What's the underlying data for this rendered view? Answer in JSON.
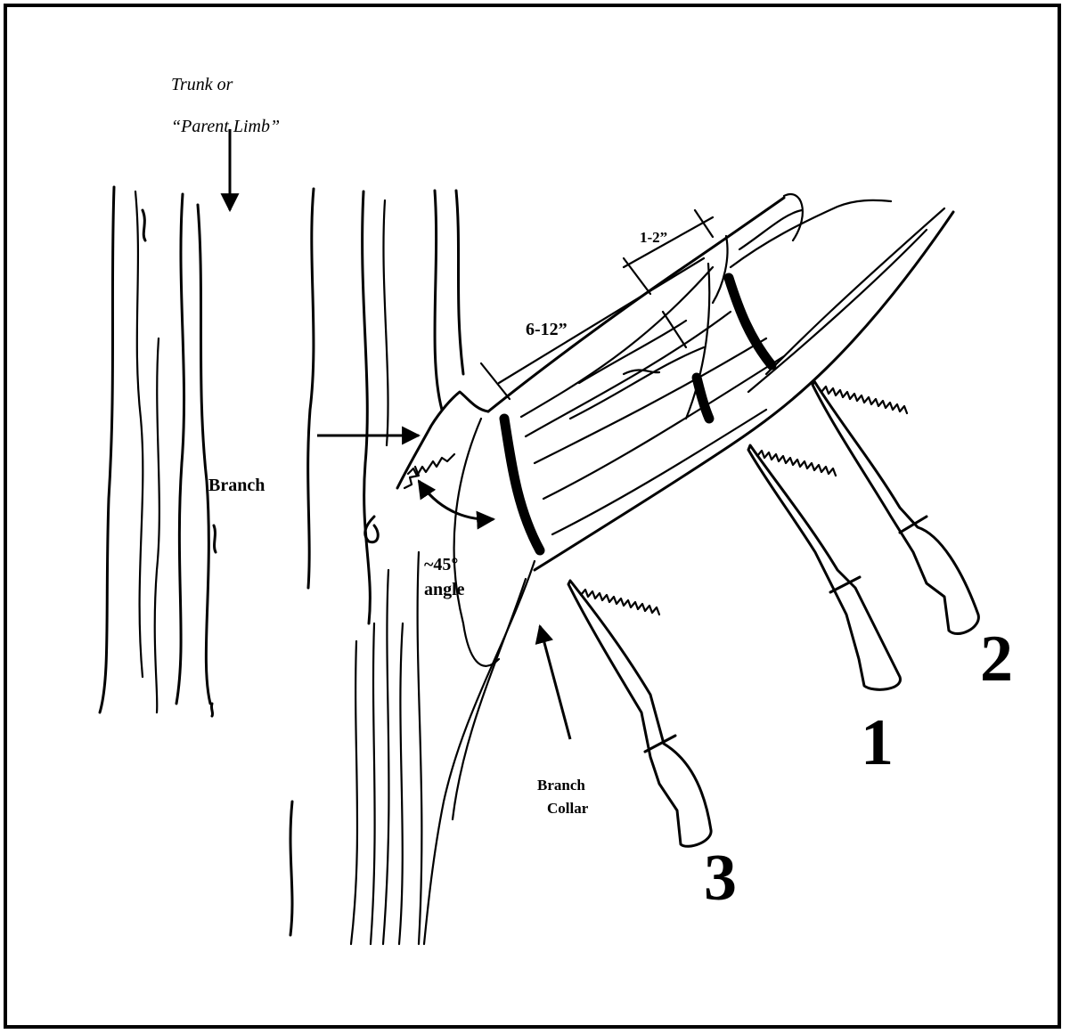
{
  "labels": {
    "trunk_line1": "Trunk or",
    "trunk_line2": "“Parent Limb”",
    "branch": "Branch",
    "angle_line1": "~45°",
    "angle_line2": "angle",
    "collar_line1": "Branch",
    "collar_line2": "Collar",
    "dim_short": "1-2”",
    "dim_long": "6-12”"
  },
  "cut_numbers": [
    "1",
    "2",
    "3"
  ],
  "colors": {
    "ink": "#000000",
    "background": "#ffffff"
  }
}
